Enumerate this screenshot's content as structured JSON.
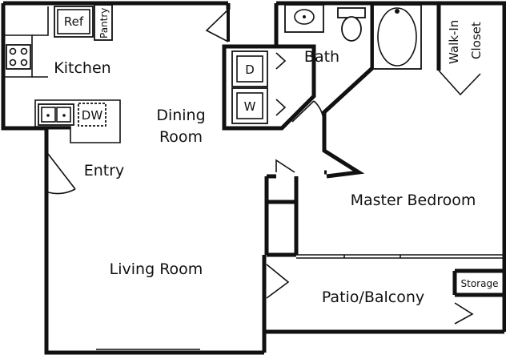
{
  "rooms": {
    "kitchen": "Kitchen",
    "dining_line1": "Dining",
    "dining_line2": "Room",
    "entry": "Entry",
    "living": "Living Room",
    "bath": "Bath",
    "master": "Master Bedroom",
    "patio": "Patio/Balcony",
    "closet_line1": "Walk-In",
    "closet_line2": "Closet",
    "storage": "Storage"
  },
  "fixtures": {
    "ref": "Ref",
    "pantry": "Pantry",
    "dw": "DW",
    "dryer": "D",
    "washer": "W"
  }
}
